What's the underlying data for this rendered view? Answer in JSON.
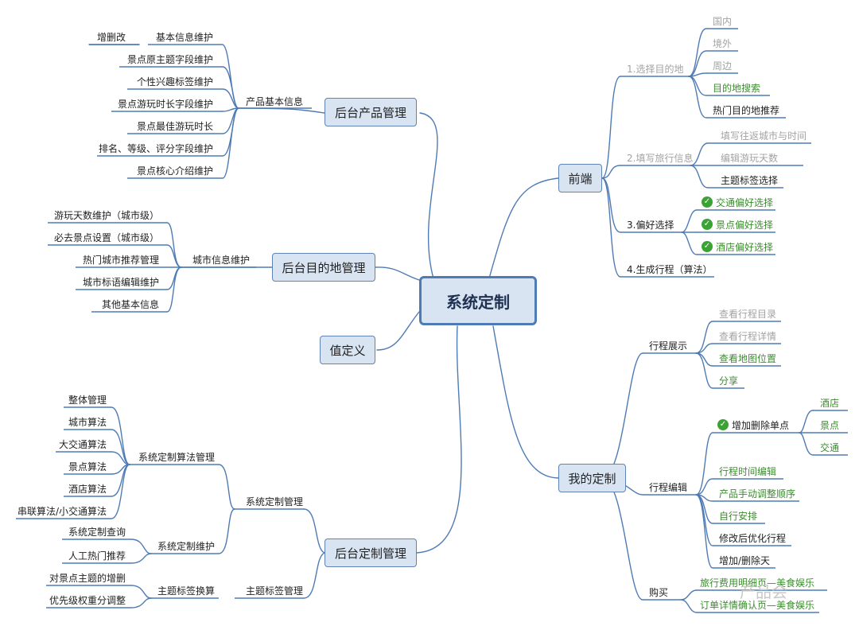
{
  "central": "系统定制",
  "left": {
    "product": {
      "title": "后台产品管理",
      "sub": "产品基本信息",
      "base_info": "基本信息维护",
      "crud": "增删改",
      "items": [
        "景点原主题字段维护",
        "个性兴趣标签维护",
        "景点游玩时长字段维护",
        "景点最佳游玩时长",
        "排名、等级、评分字段维护",
        "景点核心介绍维护"
      ]
    },
    "destination": {
      "title": "后台目的地管理",
      "sub": "城市信息维护",
      "items": [
        "游玩天数维护（城市级）",
        "必去景点设置（城市级）",
        "热门城市推荐管理",
        "城市标语编辑维护",
        "其他基本信息"
      ]
    },
    "value": {
      "title": "值定义"
    },
    "custom": {
      "title": "后台定制管理",
      "mgmt": "系统定制管理",
      "algo": "系统定制算法管理",
      "algo_items": [
        "整体管理",
        "城市算法",
        "大交通算法",
        "景点算法",
        "酒店算法",
        "串联算法/小交通算法"
      ],
      "maint": "系统定制维护",
      "maint_items": [
        "系统定制查询",
        "人工热门推荐"
      ],
      "tag_mgmt": "主题标签管理",
      "tag_calc": "主题标签换算",
      "tag_items": [
        "对景点主题的增删",
        "优先级权重分调整"
      ]
    }
  },
  "right": {
    "front": {
      "title": "前端",
      "step1": "1.选择目的地",
      "step1_items": [
        "国内",
        "境外",
        "周边",
        "目的地搜索",
        "热门目的地推荐"
      ],
      "step2": "2.填写旅行信息",
      "step2_items": [
        "填写往返城市与时间",
        "编辑游玩天数",
        "主题标签选择"
      ],
      "step3": "3.偏好选择",
      "step3_items": [
        "交通偏好选择",
        "景点偏好选择",
        "酒店偏好选择"
      ],
      "step4": "4.生成行程（算法）"
    },
    "mine": {
      "title": "我的定制",
      "show": "行程展示",
      "show_items": [
        "查看行程目录",
        "查看行程详情",
        "查看地图位置",
        "分享"
      ],
      "edit": "行程编辑",
      "add_remove": "增加删除单点",
      "add_remove_items": [
        "酒店",
        "景点",
        "交通"
      ],
      "edit_items": [
        "行程时间编辑",
        "产品手动调整顺序",
        "自行安排",
        "修改后优化行程",
        "增加/删除天"
      ],
      "buy": "购买",
      "buy_items": [
        "旅行费用明细页—美食娱乐",
        "订单详情确认页—美食娱乐"
      ]
    }
  },
  "watermark": "产品会",
  "colors": {
    "line": "#4f7bb5",
    "node_fill": "#d9e4f2",
    "grey": "#a3a3a3",
    "green": "#3c8d2f",
    "check": "#3aa333"
  }
}
